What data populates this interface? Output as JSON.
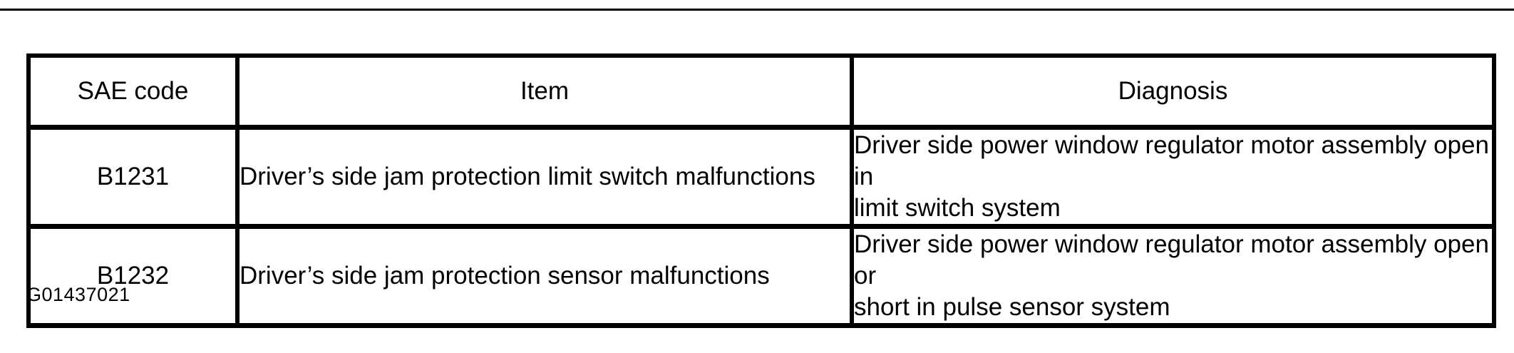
{
  "colors": {
    "ink": "#000000",
    "paper": "#ffffff"
  },
  "figure_label": "G01437021",
  "table": {
    "columns": [
      {
        "label": "SAE code"
      },
      {
        "label": "Item"
      },
      {
        "label": "Diagnosis"
      }
    ],
    "rows": [
      {
        "sae": "B1231",
        "item": "Driver’s side jam protection limit switch malfunctions",
        "diagnosis": "Driver side power window regulator motor assembly open in\nlimit switch system"
      },
      {
        "sae": "B1232",
        "item": "Driver’s side jam protection sensor malfunctions",
        "diagnosis": "Driver side power window regulator motor assembly open or\nshort in pulse sensor system"
      }
    ]
  }
}
